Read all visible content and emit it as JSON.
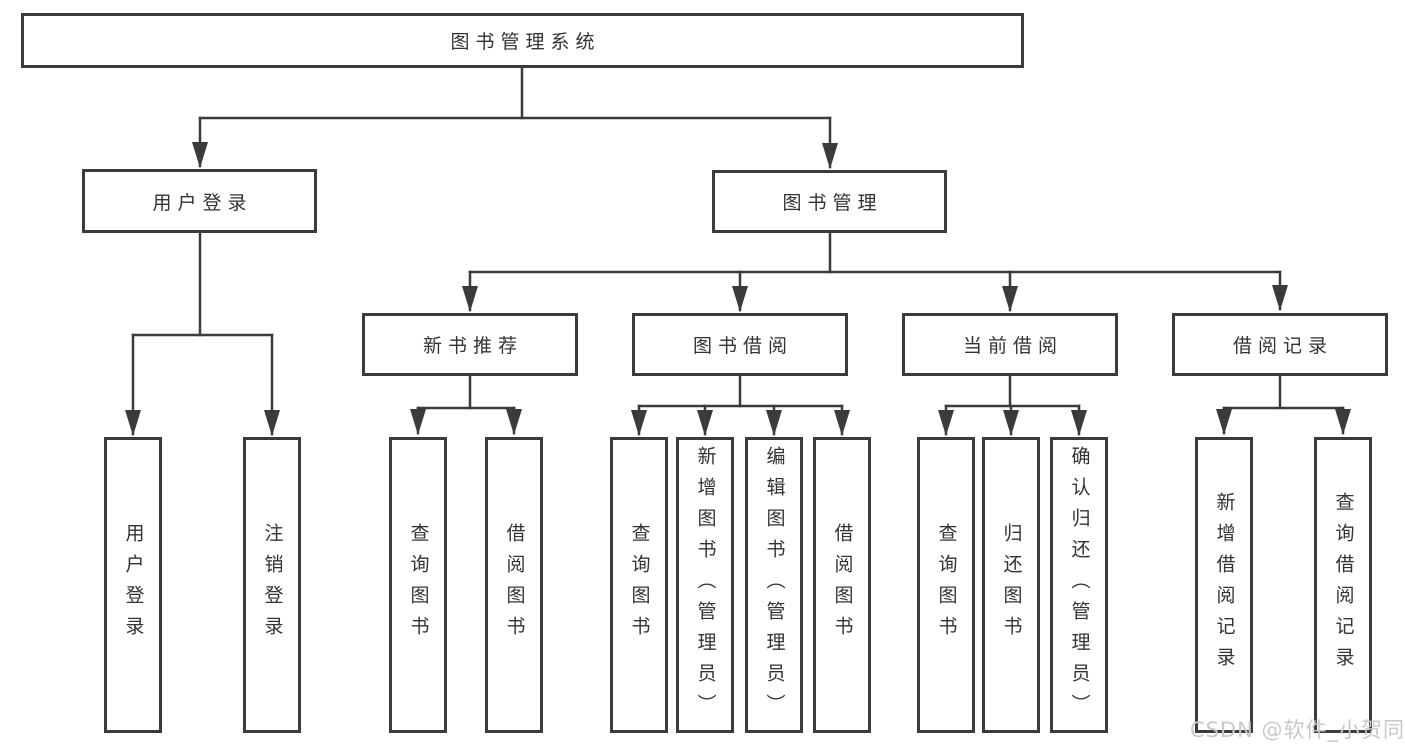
{
  "colors": {
    "background": "#ffffff",
    "line": "#3b3b3b",
    "box_border": "#3b3b3b",
    "box_fill": "#ffffff",
    "text": "#333333",
    "watermark": "#c6c9ce"
  },
  "diagram": {
    "root": {
      "label": "图书管理系统"
    },
    "level2": [
      "用户登录",
      "图书管理"
    ],
    "level3": [
      "新书推荐",
      "图书借阅",
      "当前借阅",
      "借阅记录"
    ],
    "leaves": {
      "user_login": [
        "用户登录",
        "注销登录"
      ],
      "new_book_recommendation": [
        "查询图书",
        "借阅图书"
      ],
      "book_borrowing": [
        "查询图书",
        "新增图书（管理员）",
        "编辑图书（管理员）",
        "借阅图书"
      ],
      "current_borrowing": [
        "查询图书",
        "归还图书",
        "确认归还（管理员）"
      ],
      "borrowing_records": [
        "新增借阅记录",
        "查询借阅记录"
      ]
    },
    "watermark": "CSDN @软件_小贺同学"
  }
}
